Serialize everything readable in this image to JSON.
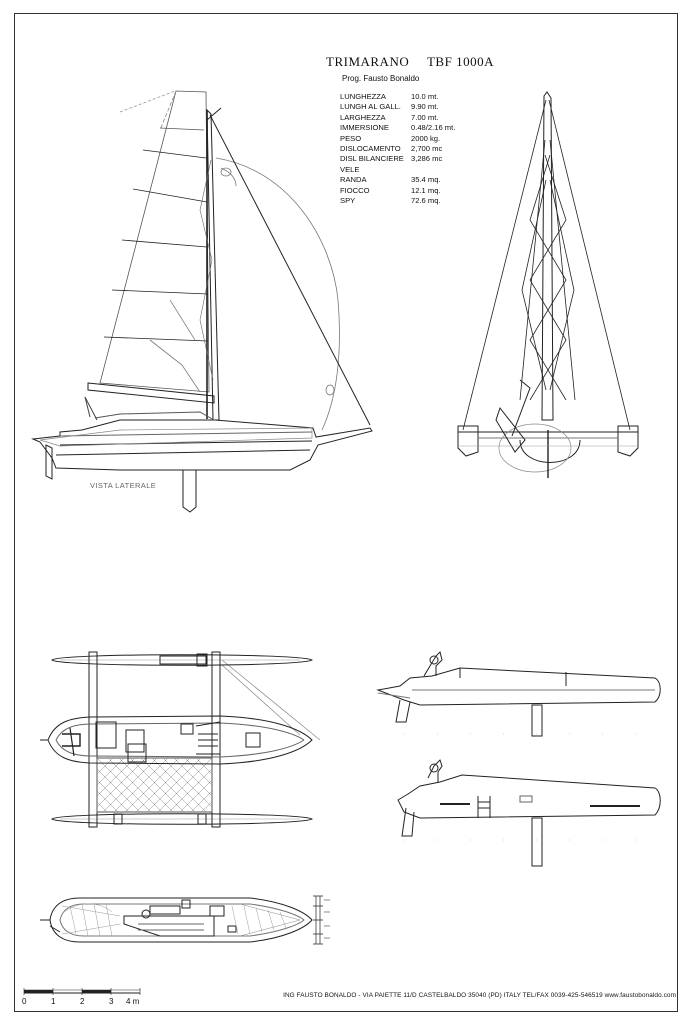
{
  "title": "TRIMARANO",
  "model": "TBF 1000A",
  "designer": "Prog. Fausto Bonaldo",
  "specs": [
    {
      "label": "LUNGHEZZA",
      "value": "10.0 mt."
    },
    {
      "label": "LUNGH AL GALL.",
      "value": "9.90 mt."
    },
    {
      "label": "LARGHEZZA",
      "value": "7.00 mt."
    },
    {
      "label": "IMMERSIONE",
      "value": "0.48/2.16 mt."
    },
    {
      "label": "PESO",
      "value": "2000 kg."
    },
    {
      "label": "DISLOCAMENTO",
      "value": "2,700 mc"
    },
    {
      "label": "DISL BILANCIERE",
      "value": "3,286 mc"
    },
    {
      "label": "VELE",
      "value": ""
    },
    {
      "label": "RANDA",
      "value": "35.4 mq."
    },
    {
      "label": "FIOCCO",
      "value": "12.1 mq."
    },
    {
      "label": "SPY",
      "value": "72.6 mq."
    }
  ],
  "side_view_label": "VISTA LATERALE",
  "scale": {
    "ticks": [
      "0",
      "1",
      "2",
      "3",
      "4 m"
    ]
  },
  "footer": "ING FAUSTO BONALDO - VIA PAIETTE 11/D CASTELBALDO 35040 (PD) ITALY TEL/FAX 0039-425-546519  www.faustobonaldo.com",
  "colors": {
    "line": "#222222",
    "light": "#9a9a9a",
    "border": "#333333"
  }
}
